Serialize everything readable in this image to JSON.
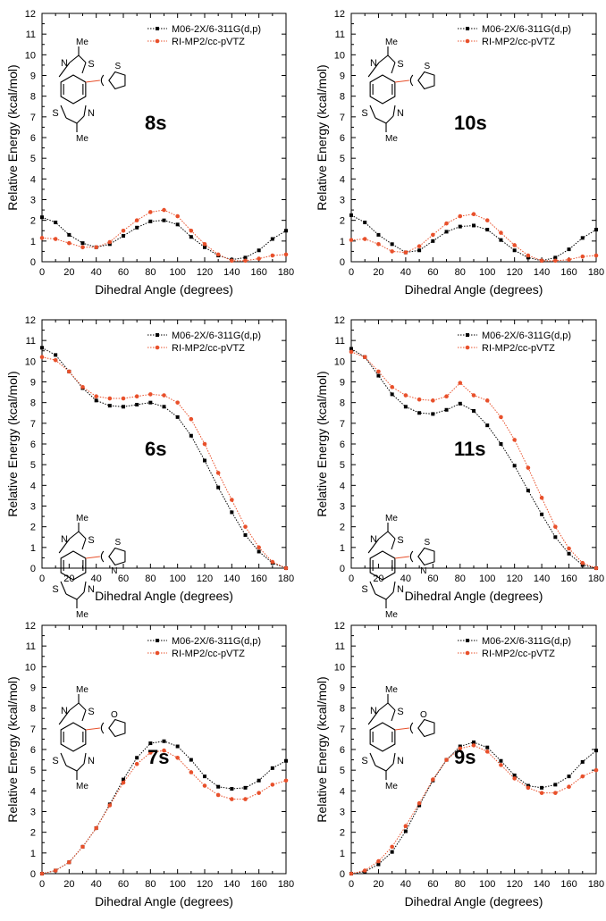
{
  "colors": {
    "series_a": "#000000",
    "series_b": "#e8502b",
    "axis": "#000000",
    "bond": "#e8502b"
  },
  "chart_data": [
    {
      "type": "line",
      "label": "8s",
      "xlabel": "Dihedral Angle (degrees)",
      "ylabel": "Relative Energy (kcal/mol)",
      "xlim": [
        0,
        180
      ],
      "ylim": [
        0,
        12
      ],
      "xticks": [
        0,
        20,
        40,
        60,
        80,
        100,
        120,
        140,
        160,
        180
      ],
      "yticks": [
        0,
        1,
        2,
        3,
        4,
        5,
        6,
        7,
        8,
        9,
        10,
        11,
        12
      ],
      "grid": false,
      "legend": "top-right",
      "x": [
        0,
        10,
        20,
        30,
        40,
        50,
        60,
        70,
        80,
        90,
        100,
        110,
        120,
        130,
        140,
        150,
        160,
        170,
        180
      ],
      "series": [
        {
          "name": "M06-2X/6-311G(d,p)",
          "values": [
            2.15,
            1.9,
            1.3,
            0.9,
            0.7,
            0.85,
            1.25,
            1.65,
            1.95,
            2.0,
            1.8,
            1.2,
            0.7,
            0.3,
            0.1,
            0.2,
            0.55,
            1.1,
            1.5
          ]
        },
        {
          "name": "RI-MP2/cc-pVTZ",
          "values": [
            1.15,
            1.1,
            0.9,
            0.7,
            0.7,
            0.95,
            1.5,
            2.0,
            2.4,
            2.5,
            2.2,
            1.5,
            0.85,
            0.35,
            0.05,
            0.05,
            0.15,
            0.3,
            0.35
          ]
        }
      ]
    },
    {
      "type": "line",
      "label": "10s",
      "xlabel": "Dihedral Angle (degrees)",
      "ylabel": "Relative Energy (kcal/mol)",
      "xlim": [
        0,
        180
      ],
      "ylim": [
        0,
        12
      ],
      "xticks": [
        0,
        20,
        40,
        60,
        80,
        100,
        120,
        140,
        160,
        180
      ],
      "yticks": [
        0,
        1,
        2,
        3,
        4,
        5,
        6,
        7,
        8,
        9,
        10,
        11,
        12
      ],
      "grid": false,
      "legend": "top-right",
      "x": [
        0,
        10,
        20,
        30,
        40,
        50,
        60,
        70,
        80,
        90,
        100,
        110,
        120,
        130,
        140,
        150,
        160,
        170,
        180
      ],
      "series": [
        {
          "name": "M06-2X/6-311G(d,p)",
          "values": [
            2.25,
            1.9,
            1.3,
            0.85,
            0.45,
            0.55,
            1.0,
            1.45,
            1.7,
            1.75,
            1.55,
            1.05,
            0.55,
            0.2,
            0.05,
            0.2,
            0.6,
            1.15,
            1.55
          ]
        },
        {
          "name": "RI-MP2/cc-pVTZ",
          "values": [
            1.05,
            1.1,
            0.85,
            0.5,
            0.45,
            0.75,
            1.3,
            1.85,
            2.2,
            2.3,
            2.0,
            1.4,
            0.8,
            0.3,
            0.05,
            0.05,
            0.1,
            0.25,
            0.3
          ]
        }
      ]
    },
    {
      "type": "line",
      "label": "6s",
      "xlabel": "Dihedral Angle (degrees)",
      "ylabel": "Relative Energy (kcal/mol)",
      "xlim": [
        0,
        180
      ],
      "ylim": [
        0,
        12
      ],
      "xticks": [
        0,
        20,
        40,
        60,
        80,
        100,
        120,
        140,
        160,
        180
      ],
      "yticks": [
        0,
        1,
        2,
        3,
        4,
        5,
        6,
        7,
        8,
        9,
        10,
        11,
        12
      ],
      "grid": false,
      "legend": "top-right",
      "x": [
        0,
        10,
        20,
        30,
        40,
        50,
        60,
        70,
        80,
        90,
        100,
        110,
        120,
        130,
        140,
        150,
        160,
        170,
        180
      ],
      "series": [
        {
          "name": "M06-2X/6-311G(d,p)",
          "values": [
            10.65,
            10.3,
            9.5,
            8.7,
            8.1,
            7.85,
            7.8,
            7.9,
            8.0,
            7.8,
            7.3,
            6.4,
            5.2,
            3.9,
            2.7,
            1.6,
            0.8,
            0.25,
            0.0
          ]
        },
        {
          "name": "RI-MP2/cc-pVTZ",
          "values": [
            10.2,
            10.05,
            9.5,
            8.75,
            8.3,
            8.2,
            8.2,
            8.3,
            8.4,
            8.35,
            8.0,
            7.2,
            6.0,
            4.6,
            3.3,
            2.0,
            1.0,
            0.3,
            0.0
          ]
        }
      ]
    },
    {
      "type": "line",
      "label": "11s",
      "xlabel": "Dihedral Angle (degrees)",
      "ylabel": "Relative Energy (kcal/mol)",
      "xlim": [
        0,
        180
      ],
      "ylim": [
        0,
        12
      ],
      "xticks": [
        0,
        20,
        40,
        60,
        80,
        100,
        120,
        140,
        160,
        180
      ],
      "yticks": [
        0,
        1,
        2,
        3,
        4,
        5,
        6,
        7,
        8,
        9,
        10,
        11,
        12
      ],
      "grid": false,
      "legend": "top-right",
      "x": [
        0,
        10,
        20,
        30,
        40,
        50,
        60,
        70,
        80,
        90,
        100,
        110,
        120,
        130,
        140,
        150,
        160,
        170,
        180
      ],
      "series": [
        {
          "name": "M06-2X/6-311G(d,p)",
          "values": [
            10.6,
            10.2,
            9.3,
            8.4,
            7.8,
            7.5,
            7.45,
            7.65,
            7.95,
            7.6,
            6.9,
            6.0,
            4.95,
            3.75,
            2.6,
            1.5,
            0.7,
            0.15,
            0.0
          ]
        },
        {
          "name": "RI-MP2/cc-pVTZ",
          "values": [
            10.45,
            10.2,
            9.5,
            8.75,
            8.35,
            8.15,
            8.1,
            8.3,
            8.95,
            8.35,
            8.1,
            7.3,
            6.2,
            4.85,
            3.4,
            2.0,
            0.95,
            0.25,
            0.0
          ]
        }
      ]
    },
    {
      "type": "line",
      "label": "7s",
      "xlabel": "Dihedral Angle (degrees)",
      "ylabel": "Relative Energy (kcal/mol)",
      "xlim": [
        0,
        180
      ],
      "ylim": [
        0,
        12
      ],
      "xticks": [
        0,
        20,
        40,
        60,
        80,
        100,
        120,
        140,
        160,
        180
      ],
      "yticks": [
        0,
        1,
        2,
        3,
        4,
        5,
        6,
        7,
        8,
        9,
        10,
        11,
        12
      ],
      "grid": false,
      "legend": "top-right",
      "x": [
        0,
        10,
        20,
        30,
        40,
        50,
        60,
        70,
        80,
        90,
        100,
        110,
        120,
        130,
        140,
        150,
        160,
        170,
        180
      ],
      "series": [
        {
          "name": "M06-2X/6-311G(d,p)",
          "values": [
            0.0,
            0.15,
            0.55,
            1.3,
            2.2,
            3.35,
            4.55,
            5.6,
            6.3,
            6.4,
            6.15,
            5.5,
            4.7,
            4.2,
            4.1,
            4.15,
            4.5,
            5.1,
            5.45
          ]
        },
        {
          "name": "RI-MP2/cc-pVTZ",
          "values": [
            0.0,
            0.15,
            0.55,
            1.3,
            2.2,
            3.3,
            4.4,
            5.3,
            5.85,
            5.95,
            5.6,
            4.9,
            4.25,
            3.8,
            3.6,
            3.6,
            3.9,
            4.3,
            4.5
          ]
        }
      ]
    },
    {
      "type": "line",
      "label": "9s",
      "xlabel": "Dihedral Angle (degrees)",
      "ylabel": "Relative Energy (kcal/mol)",
      "xlim": [
        0,
        180
      ],
      "ylim": [
        0,
        12
      ],
      "xticks": [
        0,
        20,
        40,
        60,
        80,
        100,
        120,
        140,
        160,
        180
      ],
      "yticks": [
        0,
        1,
        2,
        3,
        4,
        5,
        6,
        7,
        8,
        9,
        10,
        11,
        12
      ],
      "grid": false,
      "legend": "top-right",
      "x": [
        0,
        10,
        20,
        30,
        40,
        50,
        60,
        70,
        80,
        90,
        100,
        110,
        120,
        130,
        140,
        150,
        160,
        170,
        180
      ],
      "series": [
        {
          "name": "M06-2X/6-311G(d,p)",
          "values": [
            0.0,
            0.1,
            0.45,
            1.05,
            2.05,
            3.3,
            4.5,
            5.5,
            6.15,
            6.35,
            6.1,
            5.45,
            4.75,
            4.25,
            4.15,
            4.3,
            4.7,
            5.4,
            5.95
          ]
        },
        {
          "name": "RI-MP2/cc-pVTZ",
          "values": [
            0.0,
            0.15,
            0.6,
            1.3,
            2.3,
            3.4,
            4.55,
            5.5,
            6.05,
            6.2,
            5.9,
            5.25,
            4.6,
            4.15,
            3.9,
            3.9,
            4.2,
            4.7,
            5.0
          ]
        }
      ]
    }
  ],
  "molecules": [
    {
      "me_top": "Me",
      "me_bottom": "Me",
      "top_n": "N",
      "top_s": "S",
      "bot_s": "S",
      "bot_n": "N",
      "sub_s": "S"
    },
    {
      "me_top": "Me",
      "me_bottom": "Me",
      "top_n": "N",
      "top_s": "S",
      "bot_s": "S",
      "bot_n": "N",
      "sub_s": "S"
    },
    {
      "me_top": "Me",
      "me_bottom": "Me",
      "top_n": "N",
      "top_s": "S",
      "bot_s": "S",
      "bot_n": "N",
      "sub_s": "S",
      "sub_n": "N"
    },
    {
      "me_top": "Me",
      "me_bottom": "Me",
      "top_n": "N",
      "top_s": "S",
      "bot_s": "S",
      "bot_n": "N",
      "sub_s": "S",
      "sub_n": "N"
    },
    {
      "me_top": "Me",
      "me_bottom": "Me",
      "top_n": "N",
      "top_s": "S",
      "bot_s": "S",
      "bot_n": "N",
      "sub_o": "O"
    },
    {
      "me_top": "Me",
      "me_bottom": "Me",
      "top_n": "N",
      "top_s": "S",
      "bot_s": "S",
      "bot_n": "N",
      "sub_o": "O"
    }
  ]
}
